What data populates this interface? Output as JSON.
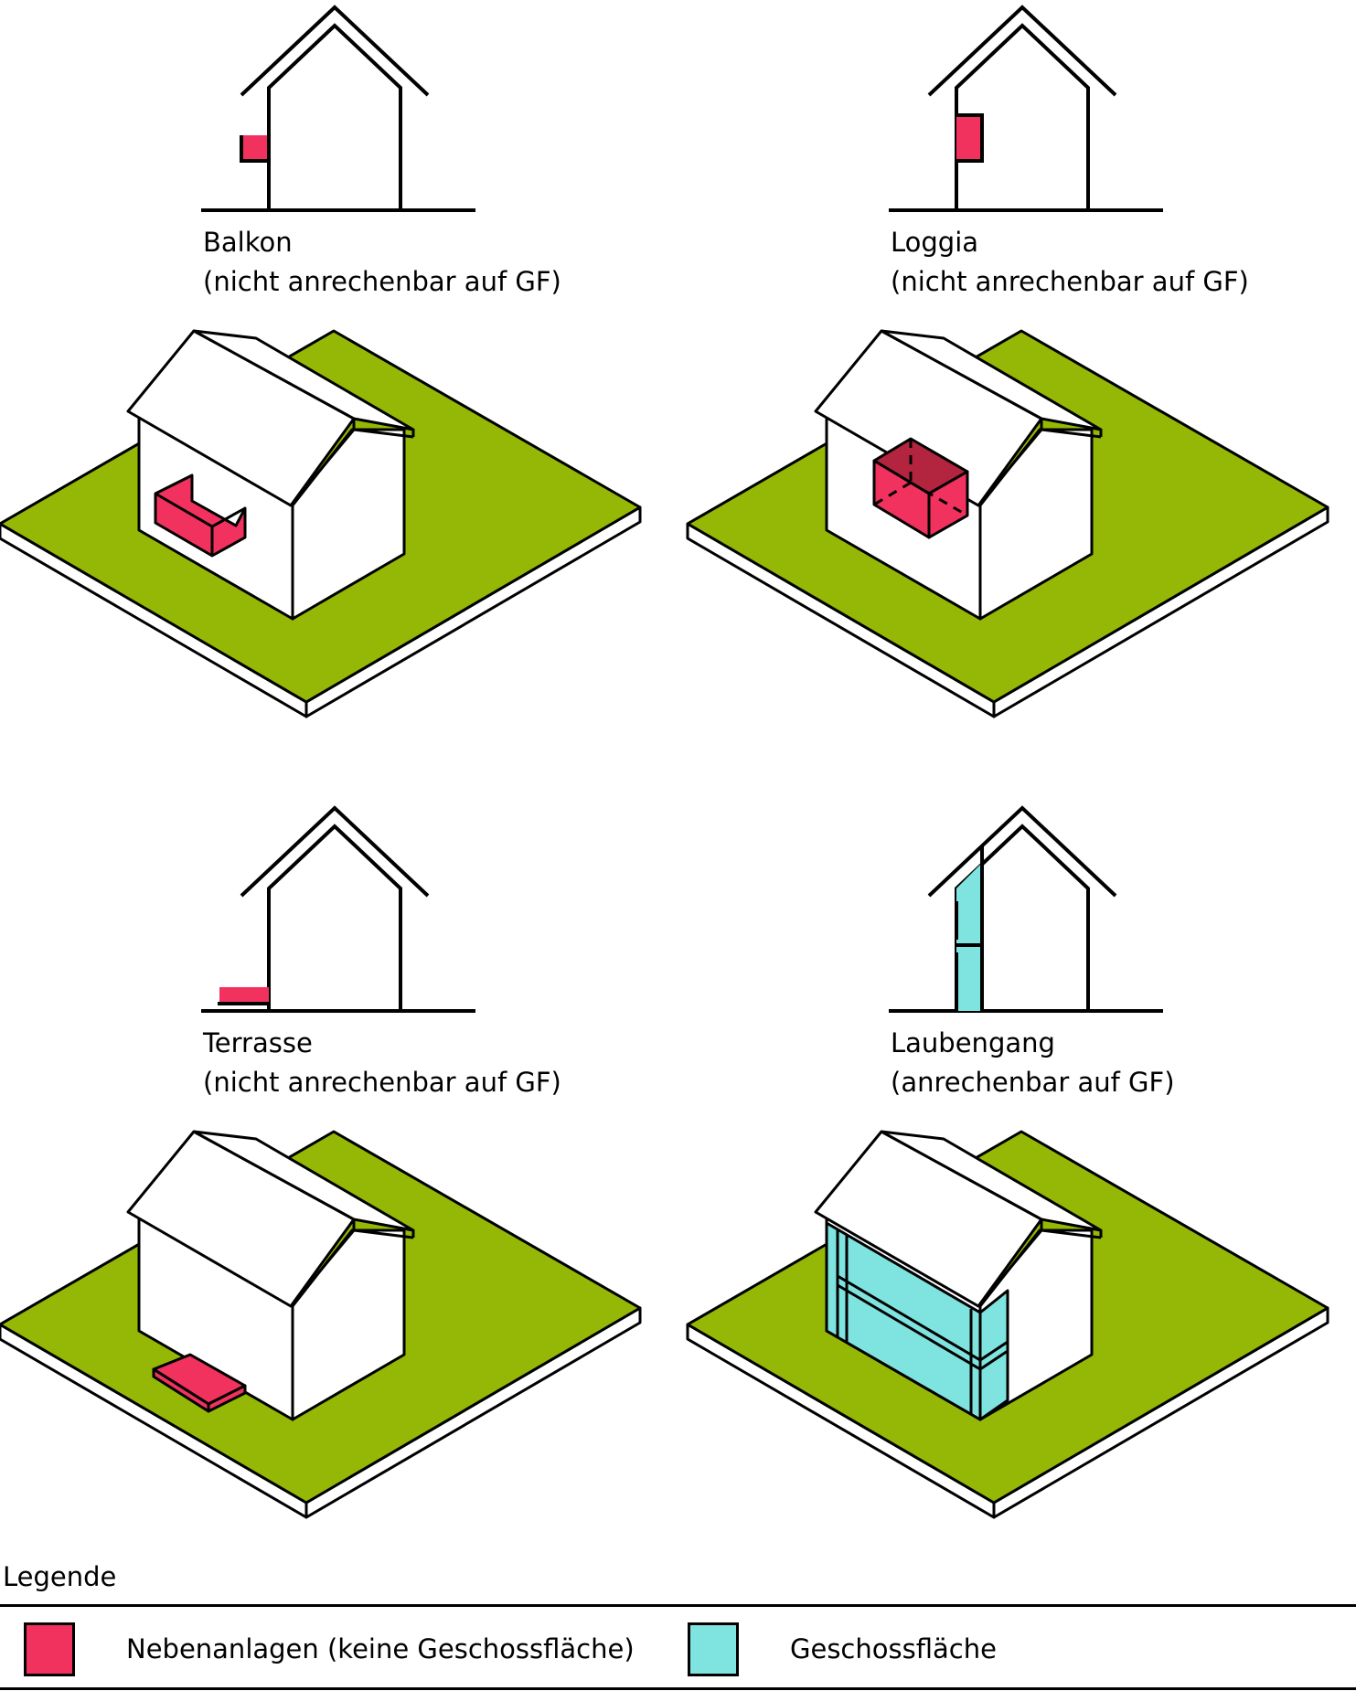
{
  "colors": {
    "pink": "#f2325e",
    "pink_dark": "#b3243f",
    "turquoise": "#7fe3e0",
    "green": "#94b805",
    "outline": "#000000",
    "wall": "#ffffff"
  },
  "panels": [
    {
      "title": "Balkon",
      "note": "(nicht anrechenbar auf GF)"
    },
    {
      "title": "Loggia",
      "note": "(nicht anrechenbar auf GF)"
    },
    {
      "title": "Terrasse",
      "note": "(nicht anrechenbar auf GF)"
    },
    {
      "title": "Laubengang",
      "note": "(anrechenbar auf GF)"
    }
  ],
  "legend": {
    "title": "Legende",
    "items": [
      {
        "label": "Nebenanlagen (keine Geschossfläche)"
      },
      {
        "label": "Geschossfläche"
      }
    ]
  }
}
